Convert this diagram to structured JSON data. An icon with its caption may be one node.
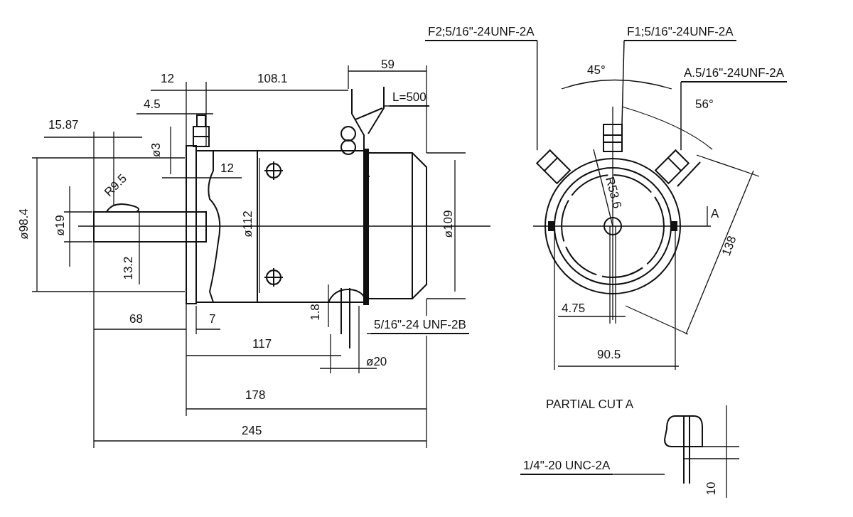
{
  "diagram": {
    "nodes": [
      {
        "text": [
          "F2;5/16\"-24UNF-2A"
        ]
      },
      {
        "text": [
          "F1;5/16\"-24UNF-2A"
        ]
      },
      {
        "text": [
          "A.5/16\"-24UNF-2A"
        ]
      },
      {
        "text": [
          "L=500"
        ]
      },
      {
        "text": [
          "5/16\"-24 UNF-2B"
        ]
      },
      {
        "text": [
          "1/4\"-20 UNC-2A"
        ]
      },
      {
        "text": [],
        "shape": "picture"
      },
      {
        "text": [],
        "shape": "picture"
      },
      {
        "text": [],
        "shape": "picture"
      },
      {
        "text": [],
        "shape": "picture"
      },
      {
        "text": [],
        "shape": "picture"
      },
      {
        "text": [],
        "shape": "picture"
      }
    ],
    "edges": [
      {
        "from": 0,
        "to": 9,
        "arrow": "none"
      },
      {
        "from": 1,
        "to": 10,
        "arrow": "none"
      },
      {
        "from": 2,
        "to": 11,
        "arrow": "none"
      },
      {
        "from": 3,
        "to": 6,
        "arrow": "none"
      },
      {
        "from": 4,
        "to": 8,
        "arrow": "none"
      },
      {
        "from": 5,
        "to": 7,
        "arrow": "none"
      }
    ],
    "labels": [
      "12",
      "108.1",
      "59",
      "4.5",
      "15.87",
      "ø3",
      "12",
      "ø98.4",
      "R9.5",
      "ø19",
      "ø112",
      "ø109",
      "13.2",
      "1.8",
      "68",
      "7",
      "117",
      "ø20",
      "178",
      "245",
      "45°",
      "56°",
      "R53.6",
      "A",
      "138",
      "4.75",
      "90.5",
      "PARTIAL CUT A",
      "10"
    ]
  }
}
